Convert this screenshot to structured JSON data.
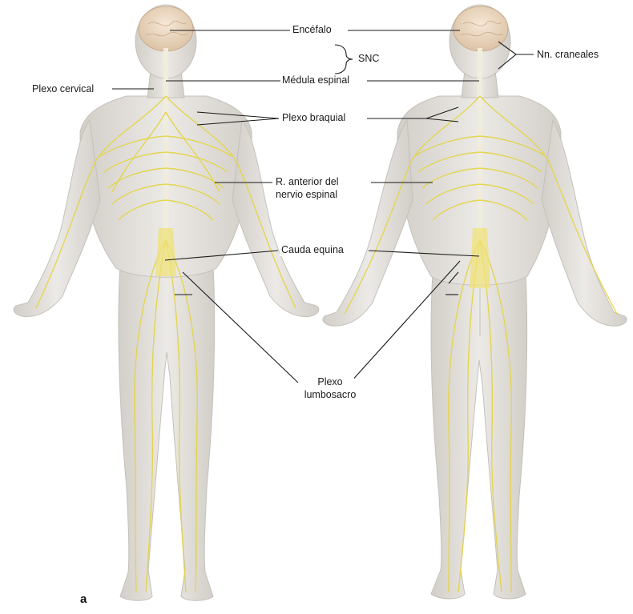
{
  "labels": {
    "encefalo": "Encéfalo",
    "snc": "SNC",
    "nn_craneales": "Nn. craneales",
    "plexo_cervical": "Plexo cervical",
    "medula_espinal": "Médula espinal",
    "plexo_braquial": "Plexo braquial",
    "r_anterior_line1": "R. anterior del",
    "r_anterior_line2": "nervio espinal",
    "cauda_equina": "Cauda equina",
    "plexo_lumbosacro_line1": "Plexo",
    "plexo_lumbosacro_line2": "lumbosacro"
  },
  "panel_letter": "a",
  "colors": {
    "background": "#ffffff",
    "skin": "#e7e4df",
    "skin_shadow": "#cfcbc5",
    "brain": "#f0ddc8",
    "spinal_cord": "#f3efd9",
    "nerves": "#e8d94e",
    "leader_lines": "#1a1a1a"
  }
}
